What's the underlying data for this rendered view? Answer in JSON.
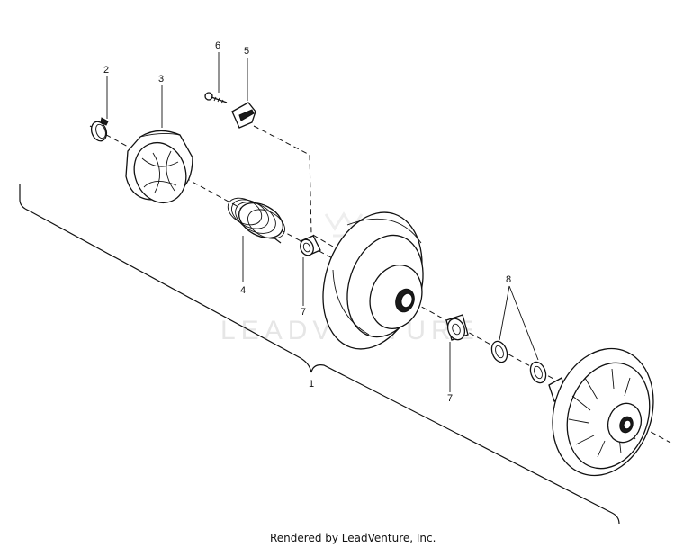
{
  "diagram": {
    "callouts": {
      "c1": "1",
      "c2": "2",
      "c3": "3",
      "c4": "4",
      "c5": "5",
      "c6": "6",
      "c7a": "7",
      "c7b": "7",
      "c8": "8"
    },
    "watermark": "LEADVENTURE",
    "credit": "Rendered by LeadVenture, Inc."
  }
}
